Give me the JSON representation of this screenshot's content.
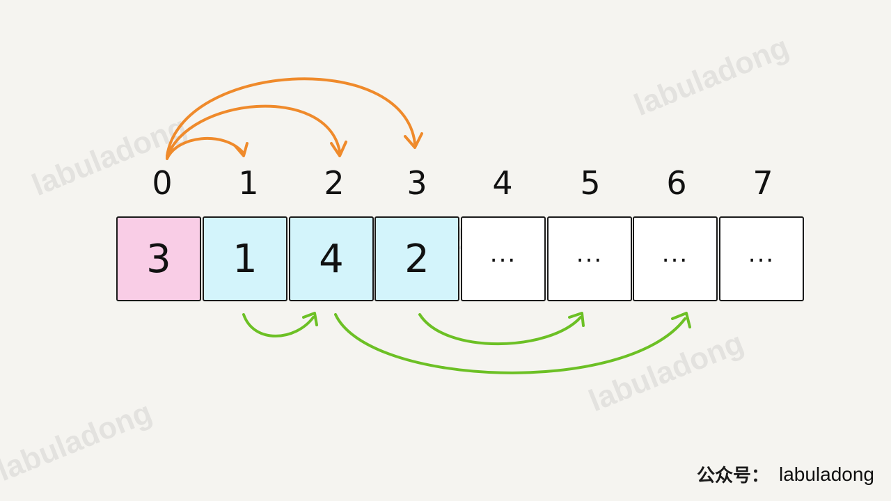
{
  "watermark": "labuladong",
  "indices": [
    "0",
    "1",
    "2",
    "3",
    "4",
    "5",
    "6",
    "7"
  ],
  "cells": [
    "3",
    "1",
    "4",
    "2",
    "...",
    "...",
    "...",
    "..."
  ],
  "colors": {
    "root_fill": "#f9cde6",
    "child_fill": "#d3f4fb",
    "empty_fill": "#ffffff",
    "orange_arrow": "#ef8a2b",
    "green_arrow": "#6cc025"
  },
  "footer": {
    "prefix": "公众号：",
    "handle": "labuladong"
  }
}
